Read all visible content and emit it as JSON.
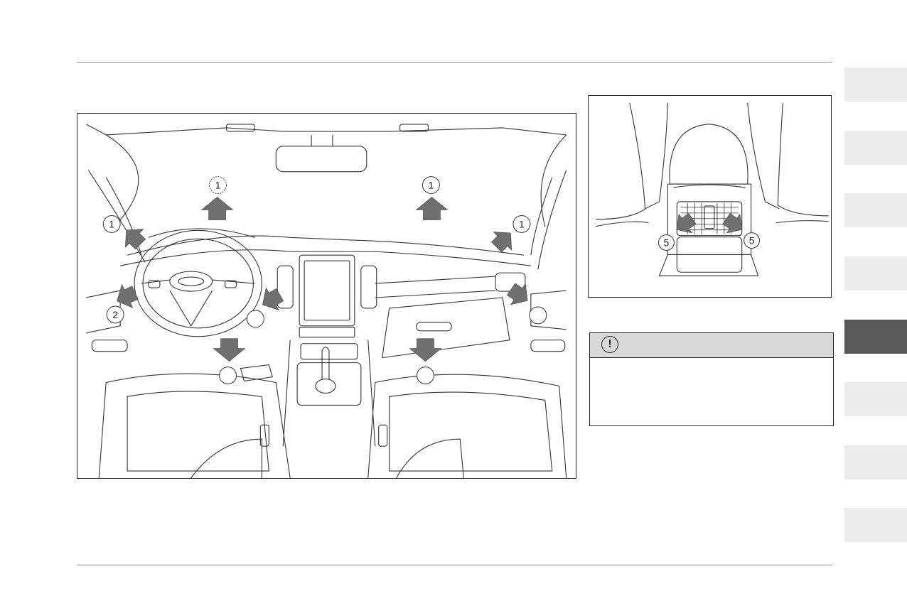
{
  "main_figure": {
    "callouts": [
      "1",
      "1",
      "1",
      "1",
      "2",
      "",
      "",
      "",
      ""
    ]
  },
  "rear_figure": {
    "callouts": [
      "5",
      "5"
    ]
  },
  "caution": {
    "icon": "exclamation-circle-icon",
    "symbol": "!"
  },
  "side_tabs": {
    "count": 8,
    "active_index": 4,
    "colors": {
      "inactive": "#ececec",
      "active": "#595959"
    }
  }
}
